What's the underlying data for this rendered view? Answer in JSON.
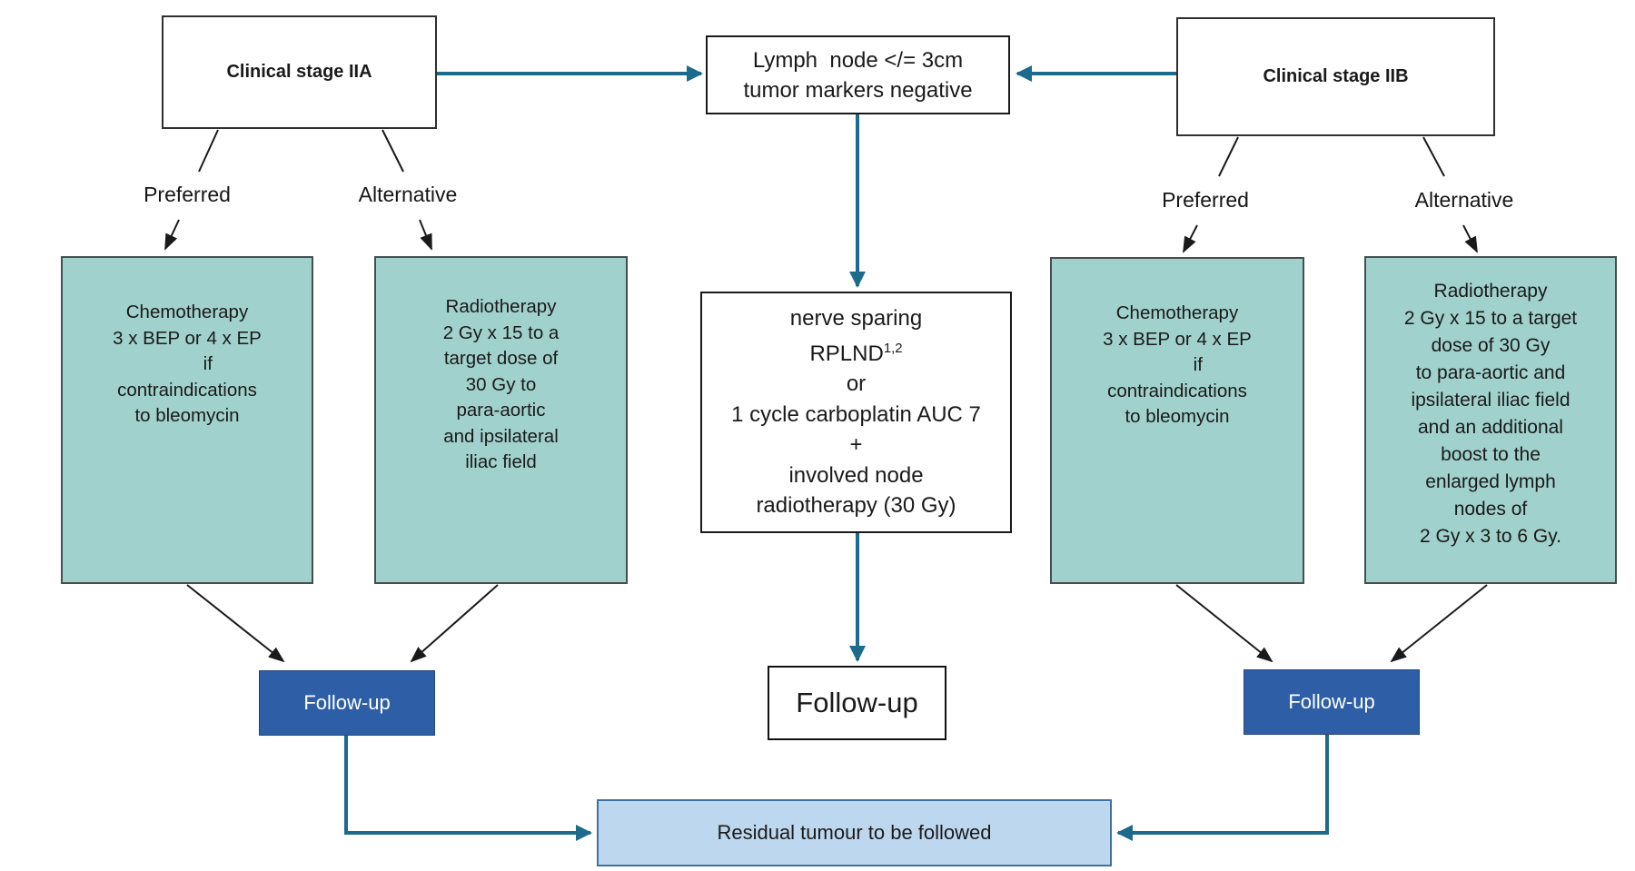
{
  "title_semantics": "Treatment flowchart for clinical stage IIA and IIB seminoma",
  "colors": {
    "arrow_teal": "#1d6b8c",
    "connector_black": "#1a1a1a",
    "treatment_fill": "#a0d1cd",
    "treatment_border": "#44504f",
    "followup_fill": "#2e5fa6",
    "followup_border": "#24477c",
    "residual_fill": "#bdd7ee",
    "residual_border": "#41719c",
    "box_border": "#1f1f1f",
    "text": "#1a1a1a"
  },
  "stage_iia": {
    "title": "Clinical stage IIA"
  },
  "stage_iib": {
    "title": "Clinical stage IIB"
  },
  "criteria_box": {
    "line1": "Lymph  node </= 3cm",
    "line2": "tumor markers negative"
  },
  "branch_labels": {
    "iia_preferred": "Preferred",
    "iia_alternative": "Alternative",
    "iib_preferred": "Preferred",
    "iib_alternative": "Alternative"
  },
  "iia_chemotherapy_box": {
    "text": "Chemotherapy\n3 x BEP or 4 x EP\n        if\ncontraindications\nto bleomycin"
  },
  "iia_radiotherapy_box": {
    "text": "Radiotherapy\n2 Gy x 15 to a\ntarget dose of\n30 Gy to\npara-aortic\nand ipsilateral\niliac field"
  },
  "surgery_box": {
    "line1": "nerve sparing",
    "line2_base": "RPLND",
    "line2_sup": "1,2",
    "line3": "or",
    "line4": "1 cycle carboplatin AUC 7",
    "line5": "+",
    "line6": "involved node",
    "line7": "radiotherapy (30 Gy)"
  },
  "iib_chemotherapy_box": {
    "text": "Chemotherapy\n3 x BEP or 4 x EP\n        if\ncontraindications\nto bleomycin"
  },
  "iib_radiotherapy_box": {
    "text": "Radiotherapy\n2 Gy x 15 to a target\ndose of 30 Gy\nto para-aortic and\nipsilateral iliac field\nand an additional\nboost to the\nenlarged lymph\nnodes of\n2 Gy x 3 to 6 Gy."
  },
  "followup_left": {
    "label": "Follow-up"
  },
  "followup_center": {
    "label": "Follow-up"
  },
  "followup_right": {
    "label": "Follow-up"
  },
  "residual_box": {
    "label": "Residual tumour to be followed"
  }
}
